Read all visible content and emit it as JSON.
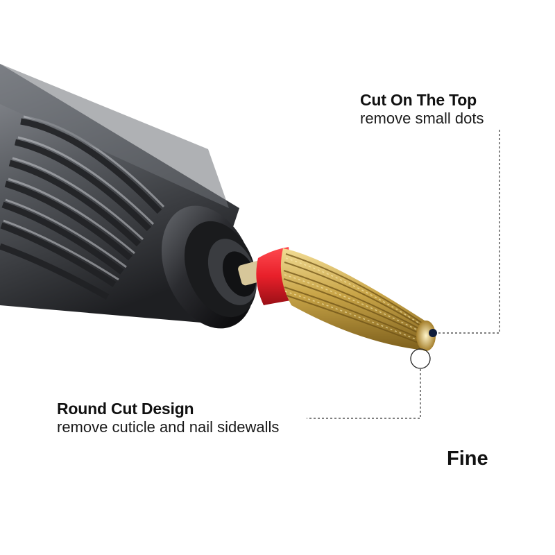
{
  "callouts": {
    "top": {
      "title": "Cut On The Top",
      "subtitle": "remove small dots"
    },
    "round": {
      "title": "Round Cut Design",
      "subtitle": "remove cuticle and nail sidewalls"
    }
  },
  "grade": "Fine",
  "colors": {
    "background": "#ffffff",
    "text": "#111111",
    "band": "#e8202a",
    "bit_gold": "#c9a548",
    "handle_metal": "#5a5c60",
    "dot": "#0f1c3a",
    "leader_line": "#333333"
  },
  "icons": {
    "top_marker": "filled-dot-icon",
    "round_marker": "circle-outline-icon"
  }
}
